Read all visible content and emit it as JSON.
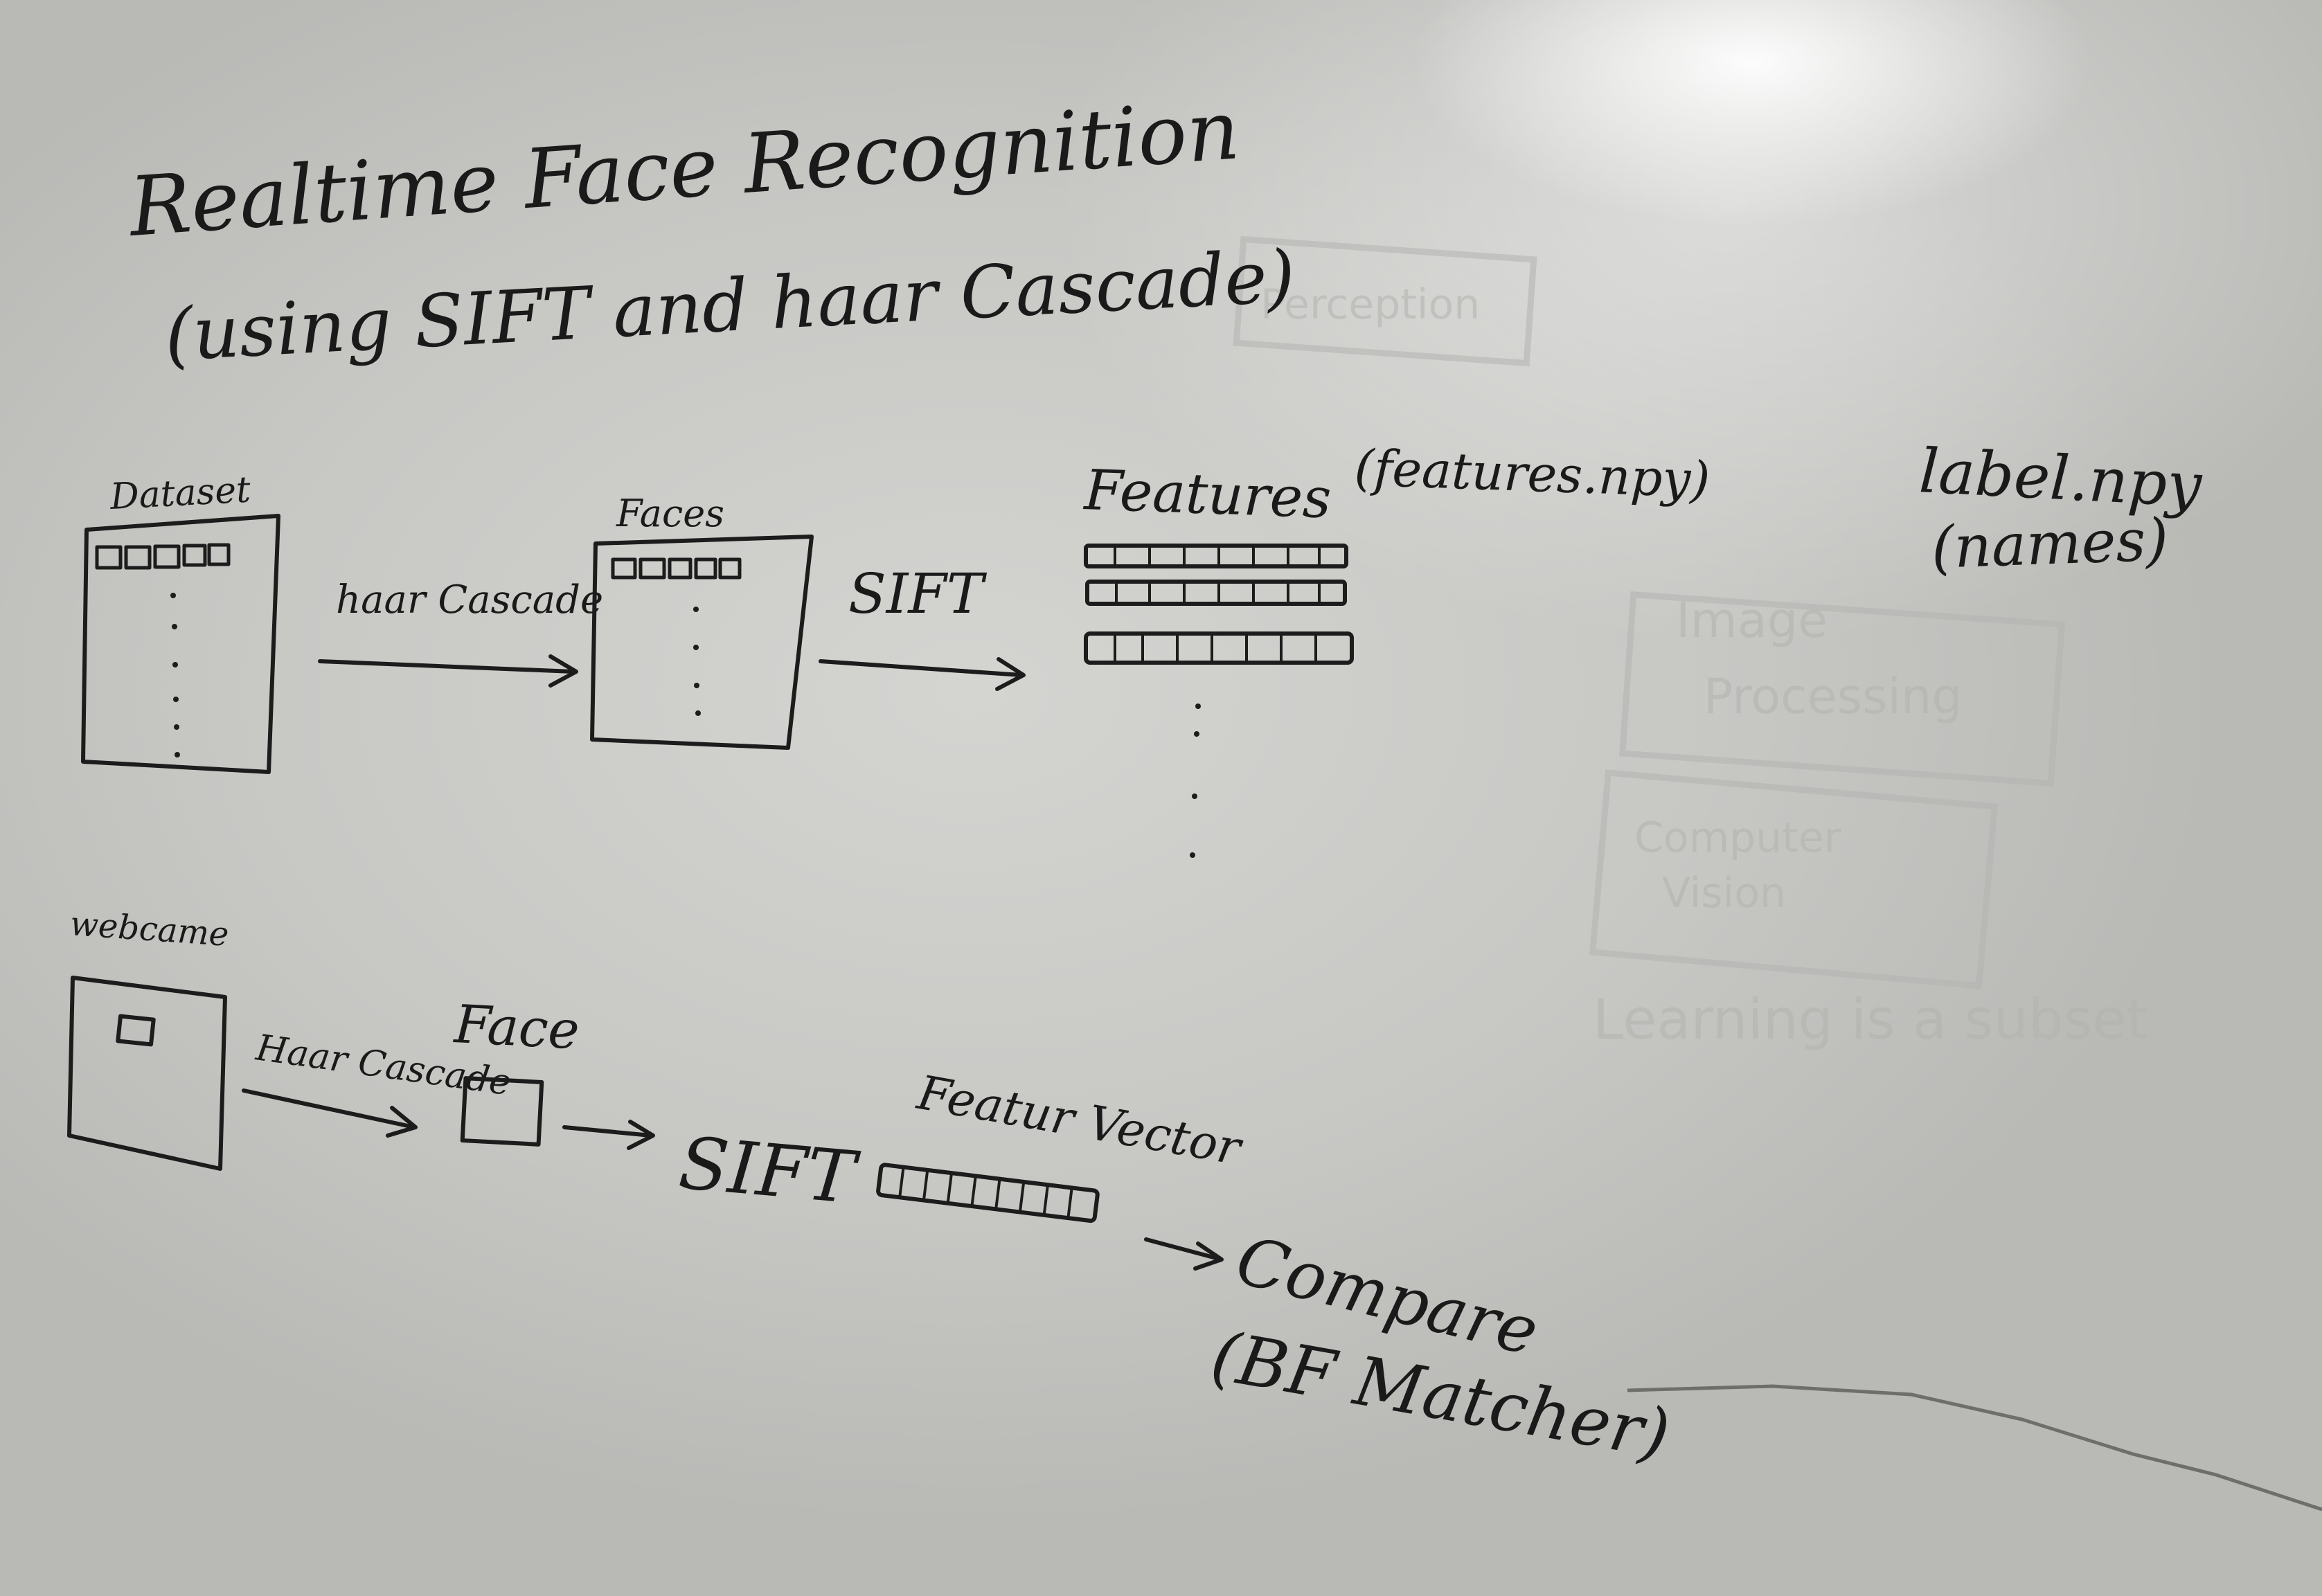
{
  "title": {
    "line1": "Realtime Face Recognition",
    "line2": "(using SIFT and haar Cascade)"
  },
  "top_row": {
    "dataset_label": "Dataset",
    "arrow1_label": "haar Cascade",
    "faces_label": "Faces",
    "arrow2_label": "SIFT",
    "features_label": "Features",
    "features_file": "(features.npy)",
    "label_file": "label.npy",
    "label_desc": "(names)"
  },
  "bottom_row": {
    "webcam_label": "webcame",
    "arrow1_label": "Haar Cascade",
    "face_label": "Face",
    "sift_label": "SIFT",
    "vector_label": "Featur Vector",
    "compare_label": "Compare",
    "compare_method": "(BF Matcher)"
  },
  "colors": {
    "board": "#c9c9c7",
    "ink": "#1c1c1c",
    "ghost": "#b3b3b0"
  }
}
